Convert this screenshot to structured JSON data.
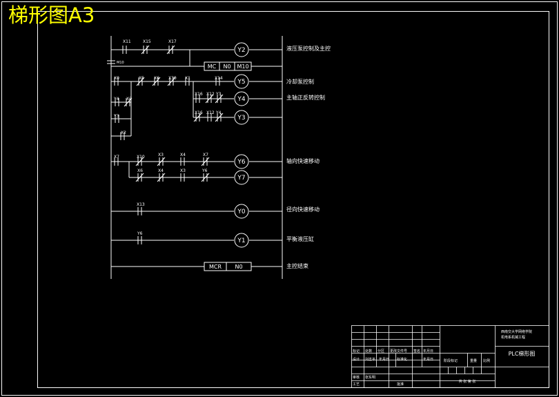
{
  "sheet_title": "梯形图A3",
  "rungs": [
    {
      "contacts": [
        "X11",
        "X15",
        "X17"
      ],
      "coil": "Y2",
      "desc": "液压泵控制及主控"
    },
    {
      "contacts": [
        "M10"
      ],
      "instruction": [
        "MC",
        "N0",
        "M10"
      ]
    },
    {
      "contacts": [
        "X0",
        "X5",
        "X6",
        "X30",
        "X1",
        "X14"
      ],
      "coil": "Y5",
      "desc": "冷却泵控制"
    },
    {
      "contacts": [
        "X16",
        "X12",
        "Y3"
      ],
      "coil": "Y4",
      "desc": "主轴正反转控制"
    },
    {
      "contacts": [
        "X16",
        "X12",
        "Y4"
      ],
      "coil": "Y3"
    },
    {
      "contacts": [
        "Y4",
        "X2",
        "Y3",
        "X2"
      ]
    },
    {
      "contacts": [
        "X7",
        "X10",
        "X3",
        "X4",
        "X7"
      ],
      "coil": "Y6",
      "desc": "轴向快速移动"
    },
    {
      "contacts": [
        "X6",
        "X4",
        "X3",
        "Y6"
      ],
      "coil": "Y7"
    },
    {
      "contacts": [
        "X13"
      ],
      "coil": "Y0",
      "desc": "径向快速移动"
    },
    {
      "contacts": [
        "Y6"
      ],
      "coil": "Y1",
      "desc": "平衡液压缸"
    },
    {
      "instruction": [
        "MCR",
        "N0"
      ],
      "desc": "主控结束"
    }
  ],
  "title_block": {
    "org": [
      "西南交大学网络学院",
      "机电系机械工程"
    ],
    "drawing_name": "PLC梯形图",
    "stage_label": "阶段标记",
    "weight_label": "重量",
    "scale_label": "比例",
    "sheets_label": "共 张 第 张",
    "rev_row": [
      "标记",
      "处数",
      "分区",
      "更改文件号",
      "签名",
      "年月日"
    ],
    "design_row": [
      "设计",
      "刘志平",
      "年月日",
      "标准化",
      "",
      "年月日"
    ],
    "check_label": "审核",
    "check_name": "张东明",
    "process_label": "工艺",
    "approve_label": "批准"
  }
}
